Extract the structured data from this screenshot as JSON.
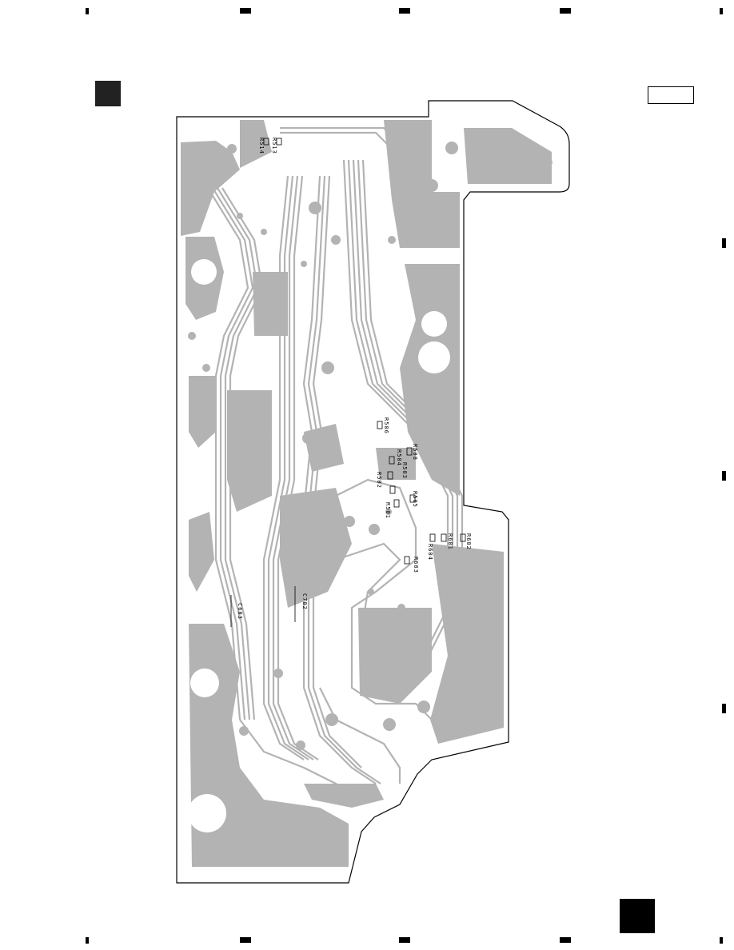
{
  "components": {
    "r513": "R513",
    "r514": "R514",
    "r506": "R506",
    "r508": "R508",
    "r504": "R504",
    "r503": "R503",
    "r502": "R502",
    "r501": "R501",
    "r505": "R505",
    "r601": "R601",
    "r602": "R602",
    "r604": "R604",
    "r603": "R603",
    "c603": "C603",
    "c702": "C702"
  },
  "colors": {
    "copper": "#b3b3b3",
    "outline": "#000000",
    "background": "#ffffff"
  }
}
